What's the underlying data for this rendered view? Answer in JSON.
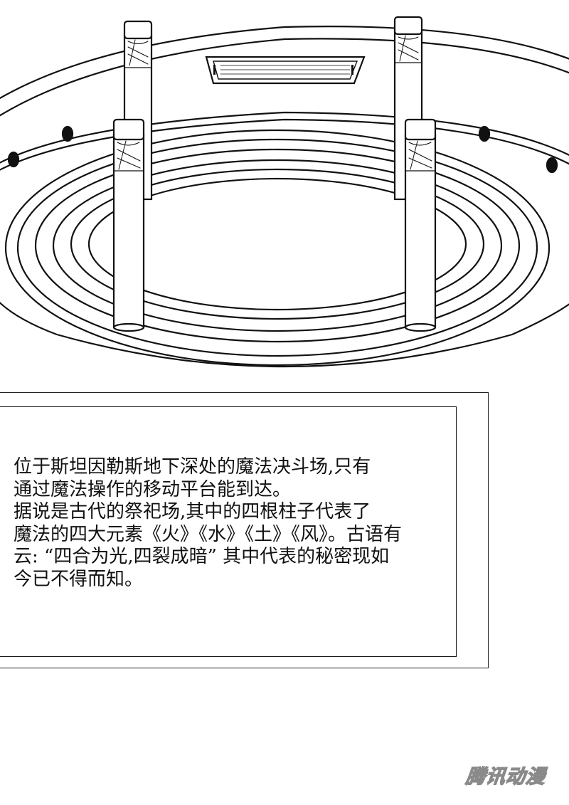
{
  "caption": {
    "lines": [
      "位于斯坦因勒斯地下深处的魔法决斗场,只有",
      "通过魔法操作的移动平台能到达。",
      "据说是古代的祭祀场,其中的四根柱子代表了",
      "魔法的四大元素《火》《水》《土》《风》。古语有",
      "云: “四合为光,四裂成暗” 其中代表的秘密现如",
      "今已不得而知。"
    ]
  },
  "watermark": {
    "text": "腾讯动漫"
  }
}
